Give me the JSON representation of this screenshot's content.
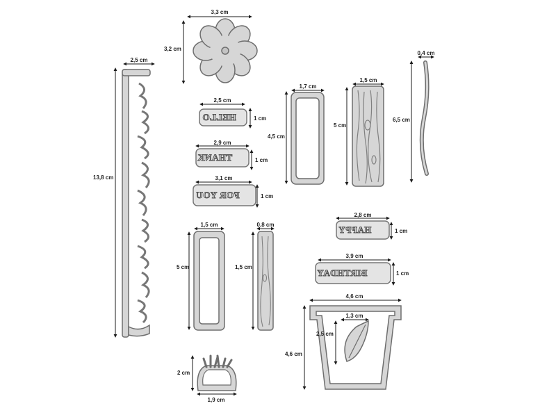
{
  "dimensions": {
    "flower_width": "3,3 cm",
    "flower_height": "3,2 cm",
    "border_width": "2,5 cm",
    "border_height": "13,8 cm",
    "hello_width": "2,5 cm",
    "hello_height": "1 cm",
    "thank_width": "2,9 cm",
    "thank_height": "1 cm",
    "foryou_width": "3,1 cm",
    "foryou_height": "1 cm",
    "frame_width": "1,7 cm",
    "frame_height": "4,5 cm",
    "plank_width": "1,5 cm",
    "plank_height": "5 cm",
    "wire_width": "0,4 cm",
    "wire_height": "6,5 cm",
    "happy_width": "2,8 cm",
    "happy_height": "1 cm",
    "birthday_width": "3,9 cm",
    "birthday_height": "1 cm",
    "post_width": "1,5 cm",
    "post_height": "5 cm",
    "stick_width": "0,8 cm",
    "stick_height": "1,5 cm",
    "pot_width": "4,6 cm",
    "pot_height": "4,6 cm",
    "leaf_width": "1,3 cm",
    "leaf_height": "2,5 cm",
    "grass_width": "1,9 cm",
    "grass_height": "2 cm"
  },
  "die_words": {
    "hello": "HELLO",
    "thank": "THANK",
    "foryou": "FOR YOU",
    "happy": "HAPPY",
    "birthday": "BIRTHDAY"
  },
  "colors": {
    "metal_fill": "#d6d6d6",
    "metal_edge": "#6e6e6e",
    "measure_line": "#1a1a1a"
  }
}
